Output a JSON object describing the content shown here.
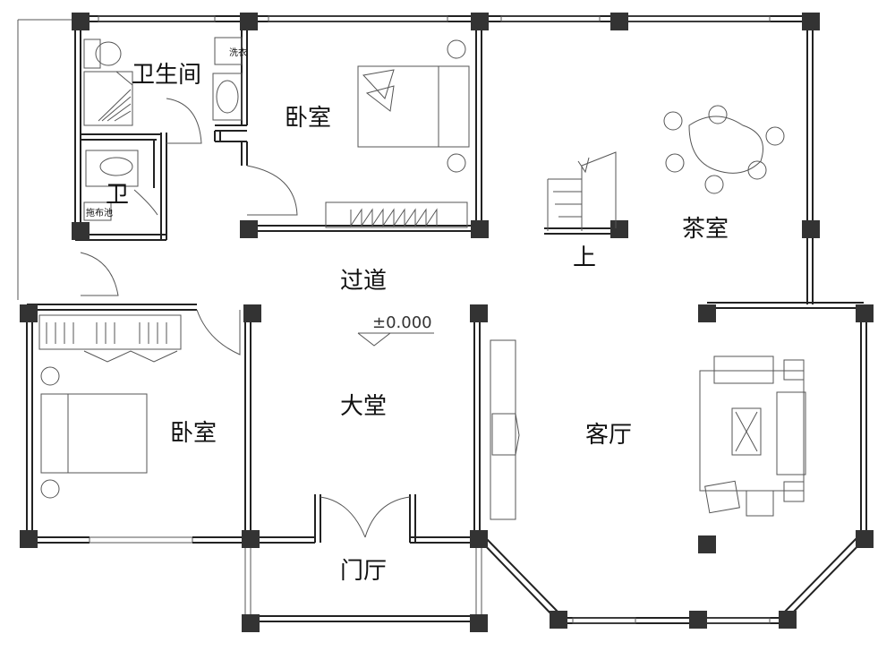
{
  "plan": {
    "rooms": {
      "bathroom": "卫生间",
      "toilet": "卫",
      "bedroom_north": "卧室",
      "bedroom_south": "卧室",
      "corridor": "过道",
      "hall": "大堂",
      "tea_room": "茶室",
      "living_room": "客厅",
      "porch": "门厅"
    },
    "stair_label": "上",
    "level_mark": "±0.000",
    "fixture_labels": {
      "mop_sink": "拖布池",
      "washer": "洗衣"
    }
  }
}
